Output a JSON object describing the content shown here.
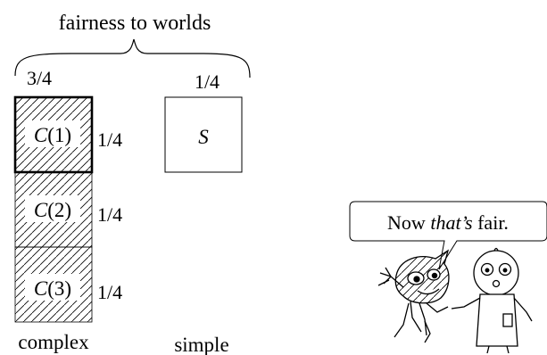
{
  "header": {
    "title": "fairness to worlds"
  },
  "complex_group": {
    "weight": "3/4",
    "caption": "complex",
    "worlds": [
      {
        "symbol": "C",
        "index": "(1)",
        "weight": "1/4",
        "highlighted": true
      },
      {
        "symbol": "C",
        "index": "(2)",
        "weight": "1/4",
        "highlighted": false
      },
      {
        "symbol": "C",
        "index": "(3)",
        "weight": "1/4",
        "highlighted": false
      }
    ]
  },
  "simple_group": {
    "weight": "1/4",
    "caption": "simple",
    "world": {
      "symbol": "S"
    }
  },
  "speech_bubble": {
    "prefix": "Now ",
    "emphasis": "that’s",
    "suffix": " fair."
  },
  "illustration": {
    "characters": [
      "demon-icon",
      "scientist-icon"
    ]
  }
}
